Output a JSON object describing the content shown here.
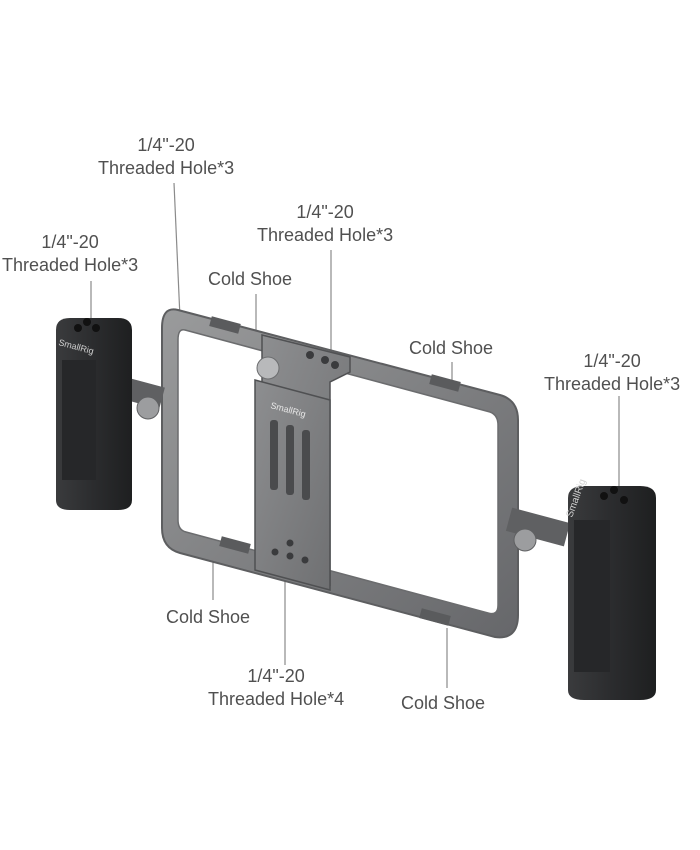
{
  "labels": {
    "top_left_upper": {
      "line1": "1/4\"-20",
      "line2": "Threaded Hole*3"
    },
    "top_center": {
      "line1": "1/4\"-20",
      "line2": "Threaded Hole*3"
    },
    "left_handle": {
      "line1": "1/4\"-20",
      "line2": "Threaded Hole*3"
    },
    "right_handle": {
      "line1": "1/4\"-20",
      "line2": "Threaded Hole*3"
    },
    "cold_shoe_top_left": "Cold Shoe",
    "cold_shoe_top_right": "Cold Shoe",
    "cold_shoe_bottom_left": "Cold Shoe",
    "cold_shoe_bottom_right": "Cold Shoe",
    "bottom_center": {
      "line1": "1/4\"-20",
      "line2": "Threaded Hole*4"
    }
  },
  "branding": {
    "logo_text": "SmallRig"
  }
}
